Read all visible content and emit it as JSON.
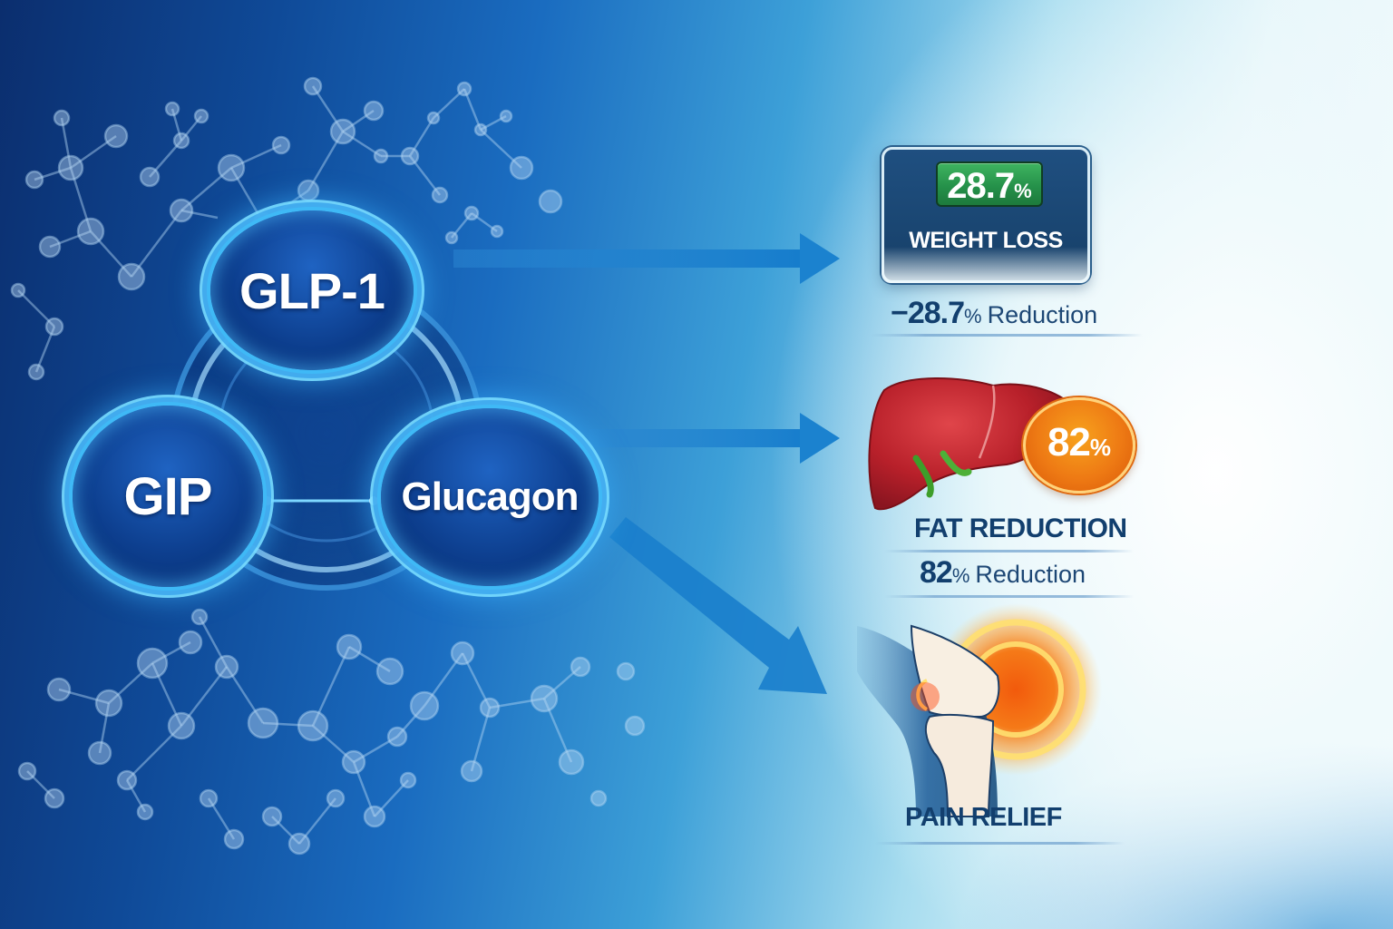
{
  "hormones": {
    "glp1": {
      "label": "GLP-1"
    },
    "gip": {
      "label": "GIP"
    },
    "glucagon": {
      "label": "Glucagon"
    }
  },
  "arrows": [
    {
      "from": "GLP-1",
      "to": "weight_loss"
    },
    {
      "from": "Glucagon",
      "to": "fat_reduction"
    },
    {
      "from": "Glucagon",
      "to": "pain_relief"
    }
  ],
  "results": {
    "weight_loss": {
      "badge_value": "28.7",
      "badge_unit": "%",
      "title": "WEIGHT LOSS",
      "reduction_value": "−28.7",
      "reduction_unit": "%",
      "reduction_word": "Reduction",
      "badge_color": "#2a9a4e",
      "card_color": "#1c4a78",
      "icon": "scale-card-icon"
    },
    "fat_reduction": {
      "badge_value": "82",
      "badge_unit": "%",
      "title": "FAT REDUCTION",
      "reduction_value": "82",
      "reduction_unit": "%",
      "reduction_word": "Reduction",
      "badge_color": "#ef7a15",
      "icon": "liver-icon"
    },
    "pain_relief": {
      "title": "PAIN RELIEF",
      "icon": "knee-joint-icon"
    }
  },
  "colors": {
    "primary_dark": "#0b2e6e",
    "accent_glow": "#3fb9f6",
    "text_navy": "#123f6e",
    "arrow_blue": "#1a7fce",
    "liver_red": "#b8202a",
    "pain_orange": "#f26a10"
  }
}
